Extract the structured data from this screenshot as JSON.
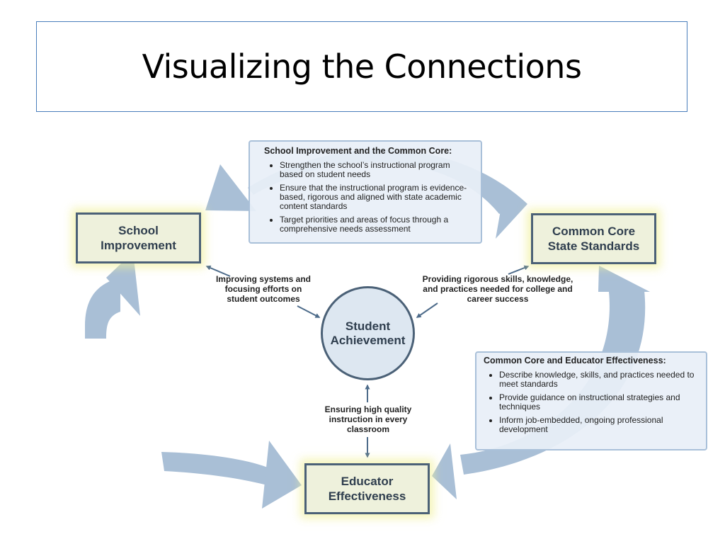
{
  "slide": {
    "title": "Visualizing the Connections"
  },
  "diagram": {
    "nodes": {
      "school_improvement": "School Improvement",
      "common_core": "Common Core State Standards",
      "educator_effectiveness": "Educator Effectiveness",
      "student_achievement": "Student Achievement"
    },
    "links": {
      "school_to_student": "Improving systems and focusing efforts on student outcomes",
      "core_to_student": "Providing rigorous skills, knowledge, and practices needed for college and career success",
      "educator_to_student": "Ensuring high quality instruction in every classroom"
    },
    "panels": {
      "top": {
        "heading": "School Improvement and the Common Core:",
        "bullets": [
          "Strengthen the school’s instructional program based on student needs",
          "Ensure that the instructional program is evidence-based, rigorous and aligned with state academic content standards",
          "Target priorities and areas of focus through a comprehensive needs assessment"
        ]
      },
      "right": {
        "heading": "Common Core and Educator Effectiveness:",
        "bullets": [
          "Describe knowledge, skills, and practices needed to meet standards",
          "Provide guidance on instructional strategies and techniques",
          "Inform job-embedded, ongoing professional development"
        ]
      }
    },
    "colors": {
      "cycle_arrow": "#a9bfd6",
      "node_fill": "#eef1dc",
      "node_border": "#4b6177",
      "title_border": "#4a7ebb"
    }
  }
}
